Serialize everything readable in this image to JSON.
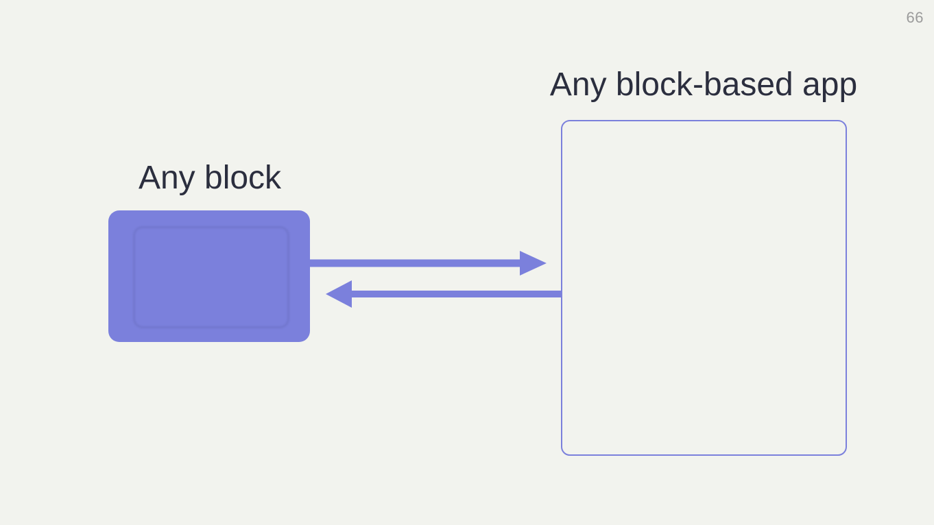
{
  "slide": {
    "page_number": "66"
  },
  "diagram": {
    "block": {
      "label": "Any block"
    },
    "app": {
      "label": "Any block-based app"
    },
    "arrows": [
      {
        "name": "block-to-app-arrow",
        "direction": "right"
      },
      {
        "name": "app-to-block-arrow",
        "direction": "left"
      }
    ]
  },
  "colors": {
    "background": "#f2f3ee",
    "accent": "#7b80dc",
    "text": "#2b2e3e",
    "muted": "#9b9b9b"
  }
}
